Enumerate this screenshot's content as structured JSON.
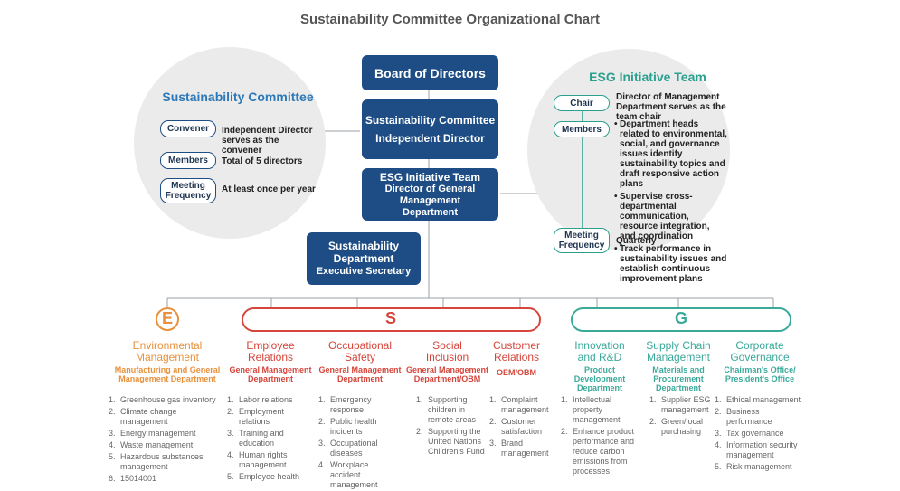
{
  "title": "Sustainability Committee Organizational Chart",
  "left_circle": {
    "title": "Sustainability Committee",
    "rows": [
      {
        "label": "Convener",
        "text": "Independent Director serves as the convener"
      },
      {
        "label": "Members",
        "text": "Total of 5 directors"
      },
      {
        "label": "Meeting Frequency",
        "text": "At least once per year"
      }
    ]
  },
  "right_circle": {
    "title": "ESG Initiative Team",
    "chair_label": "Chair",
    "chair_text": "Director of Management Department serves as the team chair",
    "members_label": "Members",
    "members_bullets": [
      "Department heads related to environmental, social, and governance issues identify sustainability topics and draft responsive action plans",
      "Supervise cross-departmental communication, resource integration, and coordination",
      "Track performance in sustainability issues and establish continuous improvement plans"
    ],
    "meeting_label": "Meeting Frequency",
    "meeting_text": "Quarterly"
  },
  "center": {
    "board": "Board of Directors",
    "committee_line1": "Sustainability Committee",
    "committee_line2": "Independent Director",
    "esg_line1": "ESG Initiative Team",
    "esg_line2": "Director of General Management Department",
    "dept_line1": "Sustainability Department",
    "dept_line2": "Executive Secretary"
  },
  "letters": {
    "e": "E",
    "s": "S",
    "g": "G"
  },
  "colors": {
    "navy": "#1d4d84",
    "e": "#e8913c",
    "s": "#d5453b",
    "g": "#3aa99a",
    "circle_bg": "#ebebeb"
  },
  "columns": [
    {
      "title": "Environmental Management",
      "sub": "Manufacturing and General Management Department",
      "items": [
        "Greenhouse gas inventory",
        "Climate change management",
        "Energy management",
        "Waste management",
        "Hazardous substances management",
        "15014001"
      ]
    },
    {
      "title": "Employee Relations",
      "sub": "General Management Department",
      "items": [
        "Labor relations",
        "Employment relations",
        "Training and education",
        "Human rights management",
        "Employee health"
      ]
    },
    {
      "title": "Occupational Safety",
      "sub": "General Management Department",
      "items": [
        "Emergency response",
        "Public health incidents",
        "Occupational diseases",
        "Workplace accident management"
      ]
    },
    {
      "title": "Social Inclusion",
      "sub": "General Management Department/OBM",
      "items": [
        "Supporting children in remote areas",
        "Supporting the United Nations Children's Fund"
      ]
    },
    {
      "title": "Customer Relations",
      "sub": "OEM/OBM",
      "items": [
        "Complaint management",
        "Customer satisfaction",
        "Brand management"
      ]
    },
    {
      "title": "Innovation and R&D",
      "sub": "Product Development Department",
      "items": [
        "Intellectual property management",
        "Enhance product performance and reduce carbon emissions from processes"
      ]
    },
    {
      "title": "Supply Chain Management",
      "sub": "Materials and Procurement Department",
      "items": [
        "Supplier ESG management",
        "Green/local purchasing"
      ]
    },
    {
      "title": "Corporate Governance",
      "sub": "Chairman's Office/ President's Office",
      "items": [
        "Ethical management",
        "Business performance",
        "Tax governance",
        "Information security management",
        "Risk management"
      ]
    }
  ]
}
